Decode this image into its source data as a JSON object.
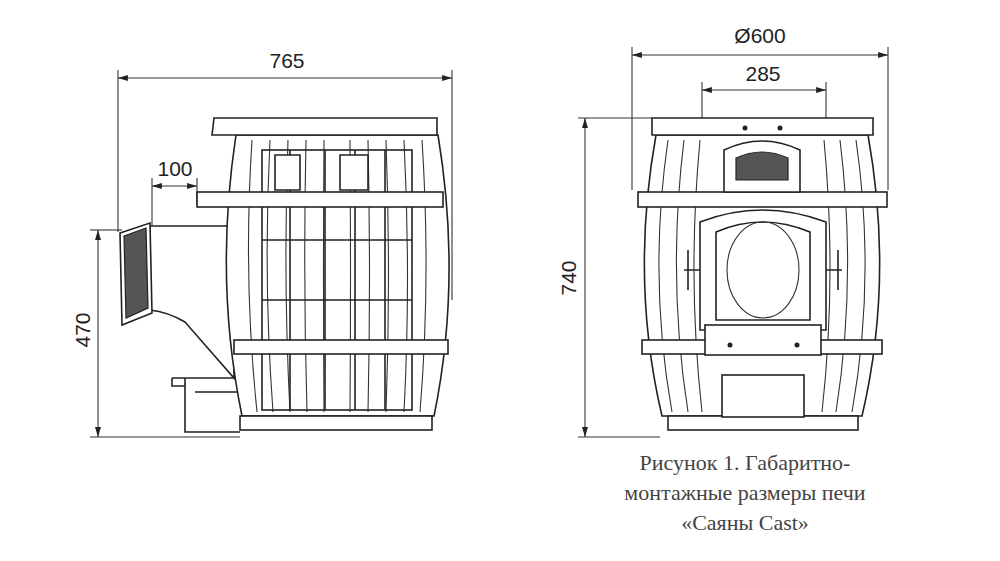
{
  "diagram": {
    "caption": "Рисунок 1. Габаритно- монтажные размеры печи «Саяны Cast»",
    "labels": [
      "765",
      "100",
      "470",
      "Ø600",
      "285",
      "740"
    ]
  }
}
